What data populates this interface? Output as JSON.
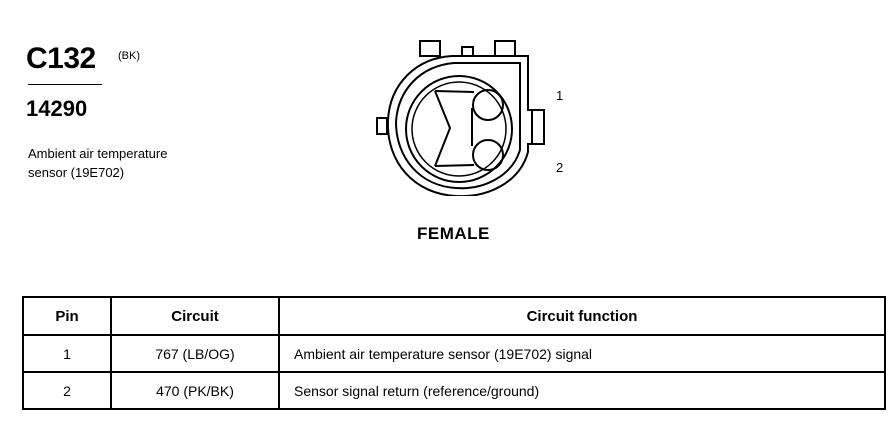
{
  "connector": {
    "id": "C132",
    "color_code": "(BK)",
    "part_number": "14290",
    "description_line1": "Ambient air temperature",
    "description_line2": "sensor (19E702)",
    "gender_label": "FEMALE",
    "pin_labels": [
      "1",
      "2"
    ]
  },
  "table": {
    "headers": [
      "Pin",
      "Circuit",
      "Circuit function"
    ],
    "rows": [
      [
        "1",
        "767 (LB/OG)",
        "Ambient air temperature sensor (19E702) signal"
      ],
      [
        "2",
        "470 (PK/BK)",
        "Sensor signal return (reference/ground)"
      ]
    ]
  }
}
